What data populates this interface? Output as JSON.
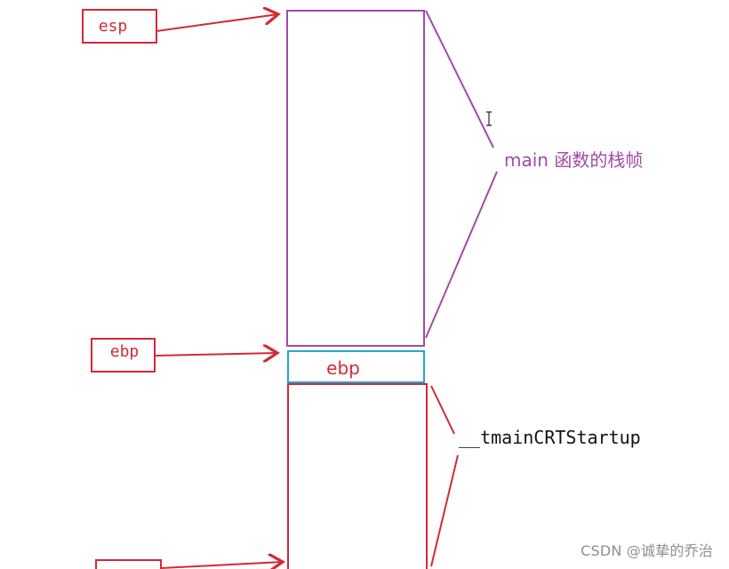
{
  "labels": {
    "esp": "esp",
    "ebp_pointer": "ebp",
    "ebp_cell": "ebp",
    "main_frame": "main 函数的栈帧",
    "tmain_frame": "__tmainCRTStartup"
  },
  "watermark": "CSDN @诚挚的乔治",
  "colors": {
    "red": "#d12b35",
    "purple": "#a34aa7",
    "blue": "#22a6d8",
    "text": "#111111",
    "watermark": "#8e8e8e",
    "background": "#ffffff"
  },
  "icons": {
    "cursor": "i-beam-cursor"
  }
}
